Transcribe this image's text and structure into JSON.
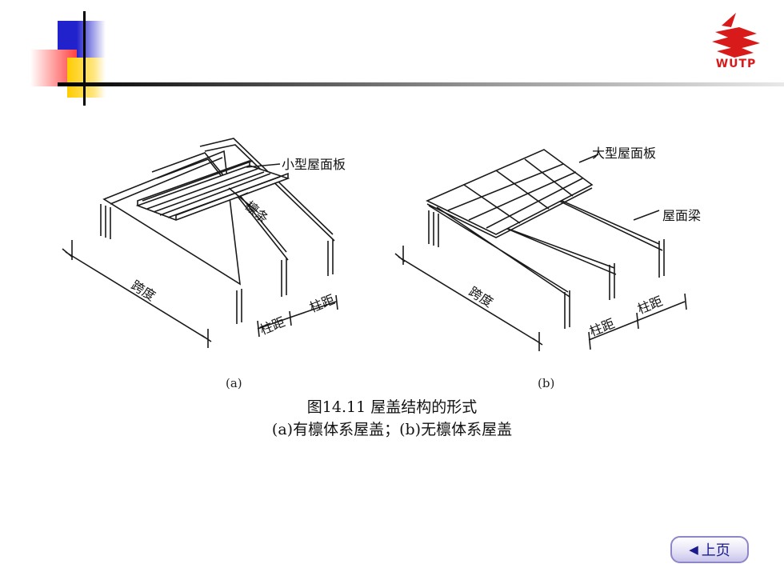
{
  "logo": {
    "text": "WUTP",
    "color": "#d91a1a"
  },
  "diagram_a": {
    "labels": {
      "small_panel": "小型屋面板",
      "purlin": "檩条",
      "span": "跨度",
      "col_spacing_1": "柱距",
      "col_spacing_2": "柱距"
    },
    "caption": "(a)"
  },
  "diagram_b": {
    "labels": {
      "large_panel": "大型屋面板",
      "roof_beam": "屋面梁",
      "span": "跨度",
      "col_spacing_1": "柱距",
      "col_spacing_2": "柱距"
    },
    "caption": "(b)"
  },
  "figure": {
    "title": "图14.11  屋盖结构的形式",
    "subtitle": "(a)有檩体系屋盖；(b)无檩体系屋盖"
  },
  "nav": {
    "prev_label": "上页",
    "prev_icon": "triangle-left-icon"
  }
}
